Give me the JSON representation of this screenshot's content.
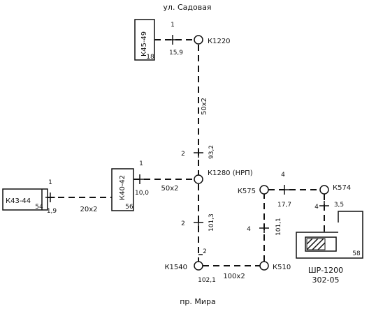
{
  "streets": {
    "top": "ул. Садовая",
    "bottom": "пр. Мира"
  },
  "blocks": {
    "k4549": {
      "name": "К45-49",
      "floors": "18"
    },
    "k4042": {
      "name": "К40-42",
      "floors": "56"
    },
    "k4344": {
      "name": "К43-44",
      "floors": "54"
    },
    "shr": {
      "floors": "58",
      "name": "ШР-1200",
      "sub": "302-05"
    }
  },
  "wells": {
    "k1220": "К1220",
    "k1280": "К1280 (НРП)",
    "k1540": "К1540",
    "k510": "К510",
    "k575": "К575",
    "k574": "К574"
  },
  "cables": {
    "k1220_k1280": "50х2",
    "k4042_k1280": "50х2",
    "k4344_k4042": "20х2",
    "k1540_k510": "100х2"
  },
  "marks": {
    "m_k4549": {
      "count": "1",
      "len": "15,9"
    },
    "m_k1280up": {
      "count": "2",
      "len": "93,2"
    },
    "m_k4042": {
      "count": "1",
      "len": "10,0"
    },
    "m_k4344": {
      "count": "1",
      "len": "1,9"
    },
    "m_k1280dn": {
      "count": "2",
      "len": "101,3"
    },
    "m_k575": {
      "count": "4",
      "len": "17,7"
    },
    "m_k574": {
      "count": "4",
      "len": "3,5"
    },
    "m_k510": {
      "count": "4",
      "len": "101,1"
    },
    "m_k1540": {
      "count": "2",
      "len": "102,1"
    }
  }
}
